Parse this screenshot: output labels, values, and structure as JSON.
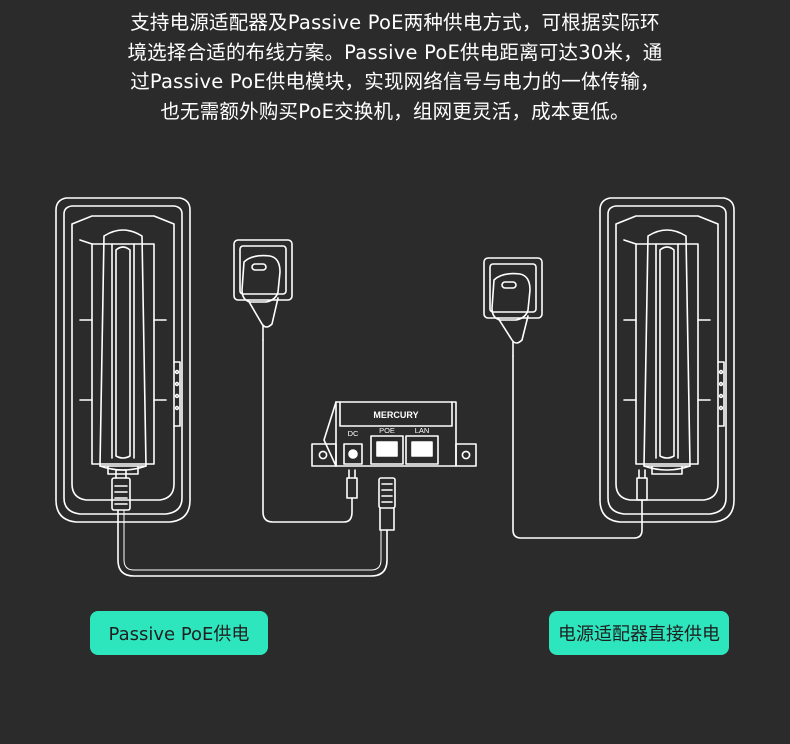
{
  "intro": {
    "lines": [
      "支持电源适配器及Passive PoE两种供电方式，可根据实际环",
      "境选择合适的布线方案。Passive PoE供电距离可达30米，通",
      "过Passive PoE供电模块，实现网络信号与电力的一体传输，",
      "也无需额外购买PoE交换机，组网更灵活，成本更低。"
    ]
  },
  "injector": {
    "brand": "MERCURY",
    "ports": [
      "DC",
      "POE",
      "LAN"
    ]
  },
  "badges": {
    "poe": "Passive PoE供电",
    "dc": "电源适配器直接供电"
  },
  "colors": {
    "background": "#2b2b2b",
    "line": "#ffffff",
    "badge": "#2ee6be"
  }
}
